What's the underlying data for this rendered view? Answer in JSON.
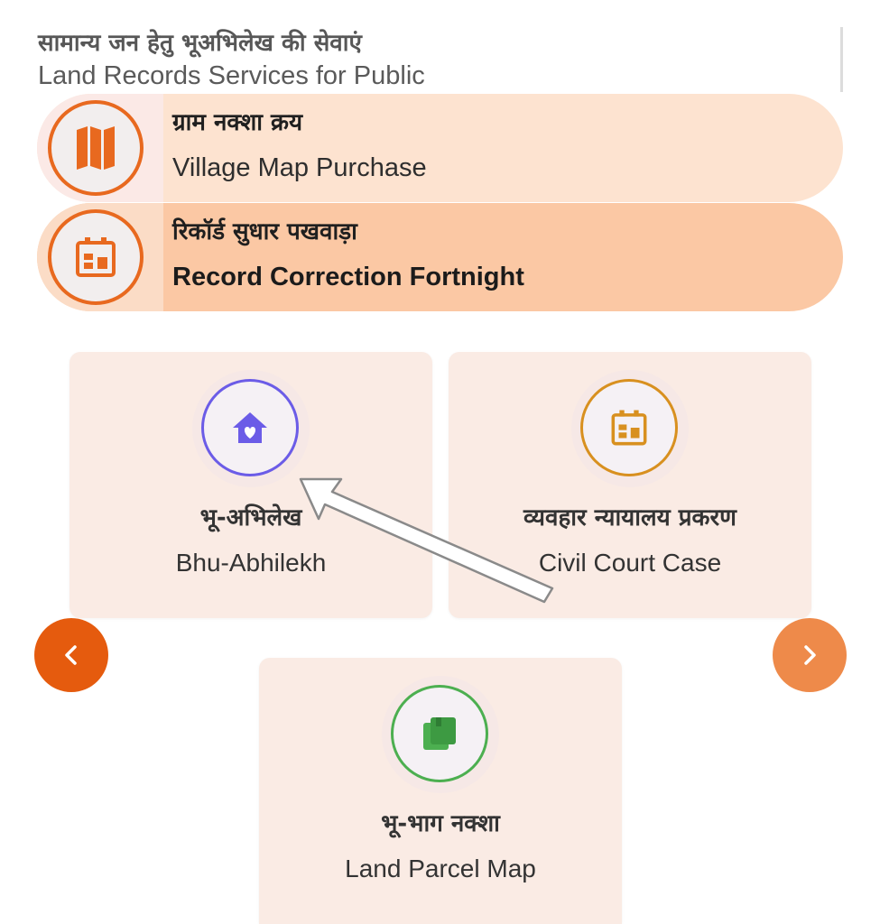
{
  "section": {
    "title_hi": "सामान्य जन हेतु भूअभिलेख की सेवाएं",
    "title_en": "Land Records Services for Public"
  },
  "pills": [
    {
      "title_hi": "ग्राम नक्शा क्रय",
      "title_en": "Village Map Purchase",
      "icon": "map-icon"
    },
    {
      "title_hi": "रिकॉर्ड सुधार पखवाड़ा",
      "title_en": "Record Correction Fortnight",
      "icon": "building-icon"
    }
  ],
  "cards": [
    {
      "title_hi": "भू-अभिलेख",
      "title_en": "Bhu-Abhilekh",
      "icon": "home-heart-icon"
    },
    {
      "title_hi": "व्यवहार न्यायालय प्रकरण",
      "title_en": "Civil Court Case",
      "icon": "building-icon"
    },
    {
      "title_hi": "भू-भाग नक्शा",
      "title_en": "Land Parcel Map",
      "icon": "documents-icon"
    }
  ],
  "carousel": {
    "prev_icon": "chevron-left-icon",
    "next_icon": "chevron-right-icon"
  },
  "colors": {
    "primary_orange": "#e8691f",
    "pill_light": "#fde3d0",
    "pill_dark": "#fbc8a4",
    "card_bg": "#faebe4",
    "purple": "#6b5ce7",
    "gold": "#d8901f",
    "green": "#4caf50"
  }
}
